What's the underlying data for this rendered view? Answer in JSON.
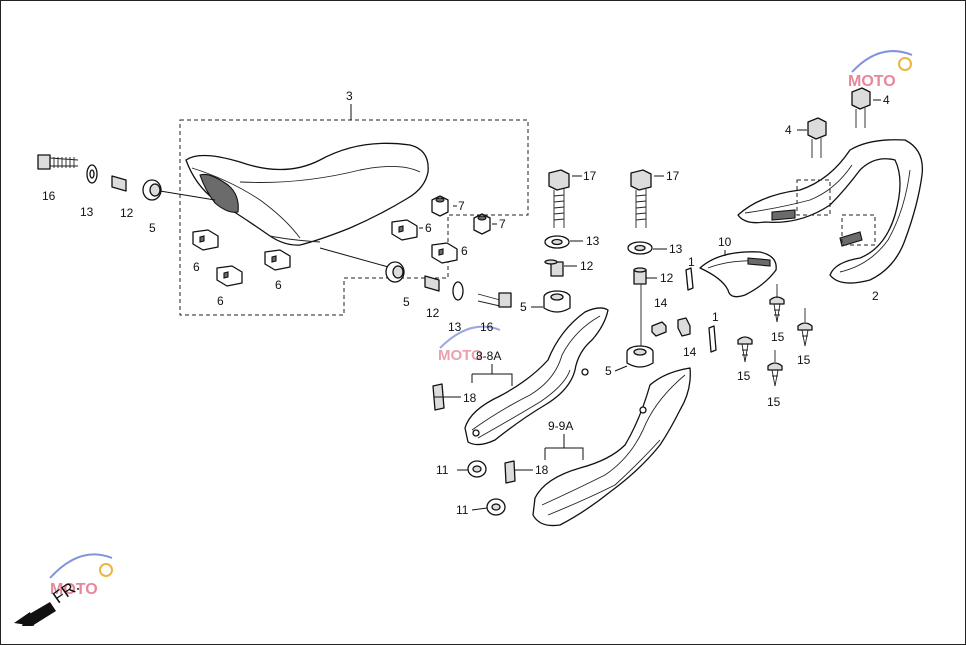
{
  "diagram": {
    "callouts": {
      "c1a": "1",
      "c1b": "1",
      "c2": "2",
      "c3": "3",
      "c4a": "4",
      "c4b": "4",
      "c5a": "5",
      "c5b": "5",
      "c5c": "5",
      "c5d": "5",
      "c6a": "6",
      "c6b": "6",
      "c6c": "6",
      "c6d": "6",
      "c6e": "6",
      "c7a": "7",
      "c7b": "7",
      "c8": "8-8A",
      "c9": "9-9A",
      "c10": "10",
      "c11a": "11",
      "c11b": "11",
      "c12a": "12",
      "c12b": "12",
      "c12c": "12",
      "c12d": "12",
      "c13a": "13",
      "c13b": "13",
      "c13c": "13",
      "c13d": "13",
      "c14a": "14",
      "c14b": "14",
      "c15a": "15",
      "c15b": "15",
      "c15c": "15",
      "c15d": "15",
      "c16a": "16",
      "c16b": "16",
      "c17a": "17",
      "c17b": "17",
      "c18a": "18",
      "c18b": "18"
    },
    "front_indicator": "FR.",
    "watermark": "MOTO"
  },
  "colors": {
    "line": "#111111",
    "watermark_red": "#e0607a",
    "watermark_blue": "#5a6fd0"
  }
}
